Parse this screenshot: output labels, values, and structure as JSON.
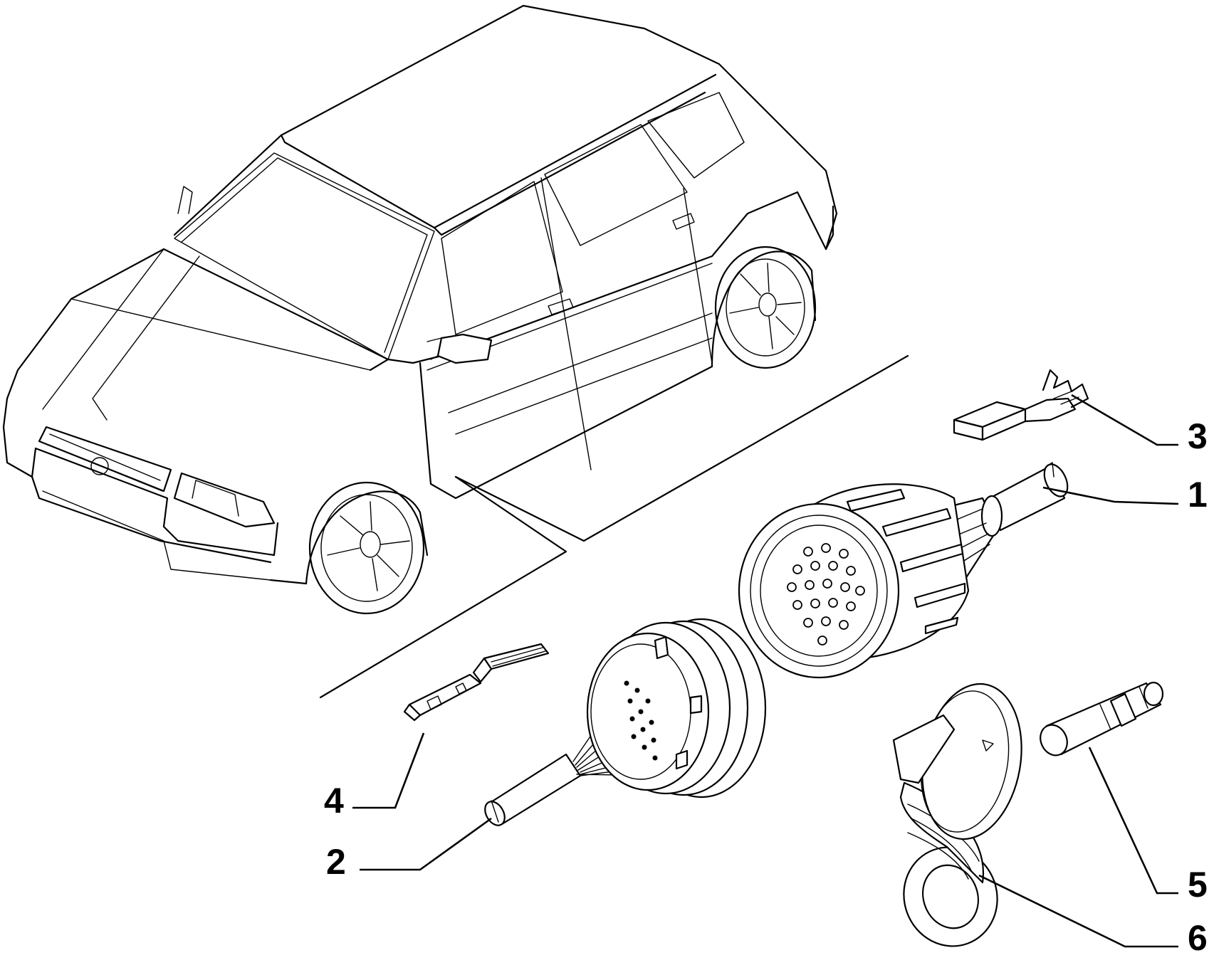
{
  "diagram": {
    "callouts": [
      {
        "id": "1",
        "label": "1",
        "part": "cable-connector-female"
      },
      {
        "id": "2",
        "label": "2",
        "part": "cable-connector-male"
      },
      {
        "id": "3",
        "label": "3",
        "part": "terminal-flat"
      },
      {
        "id": "4",
        "label": "4",
        "part": "terminal-pin"
      },
      {
        "id": "5",
        "label": "5",
        "part": "plug-pin"
      },
      {
        "id": "6",
        "label": "6",
        "part": "protective-cap"
      }
    ]
  }
}
